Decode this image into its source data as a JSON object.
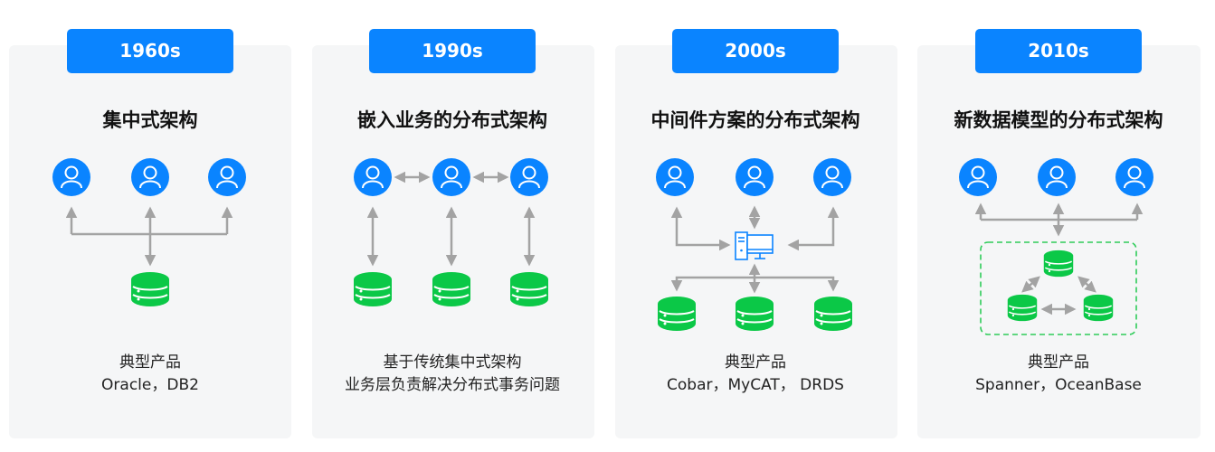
{
  "colors": {
    "accent": "#0a84ff",
    "database": "#0bc847",
    "arrow": "#a3a3a3",
    "panel": "#f5f6f7"
  },
  "panels": [
    {
      "era": "1960s",
      "title": "集中式架构",
      "lines": [
        "典型产品",
        "Oracle，DB2"
      ]
    },
    {
      "era": "1990s",
      "title": "嵌入业务的分布式架构",
      "lines": [
        "基于传统集中式架构",
        "业务层负责解决分布式事务问题"
      ]
    },
    {
      "era": "2000s",
      "title": "中间件方案的分布式架构",
      "lines": [
        "典型产品",
        "Cobar，MyCAT， DRDS"
      ]
    },
    {
      "era": "2010s",
      "title": "新数据模型的分布式架构",
      "lines": [
        "典型产品",
        "Spanner，OceanBase"
      ]
    }
  ]
}
